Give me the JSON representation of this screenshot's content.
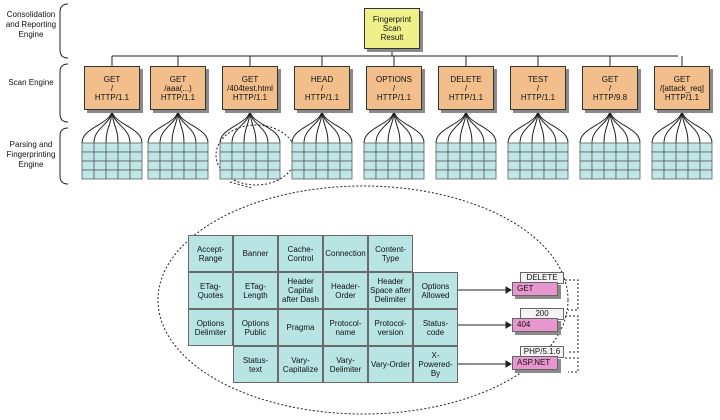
{
  "layers": {
    "consolidation": "Consolidation\nand Reporting\nEngine",
    "scan": "Scan\nEngine",
    "parsing": "Parsing and\nFingerprinting\nEngine"
  },
  "result_box": "Fingerprint\nScan\nResult",
  "scan_boxes": [
    "GET\n/\nHTTP/1.1",
    "GET\n/aaa(...)\nHTTP/1.1",
    "GET\n/404test.html\nHTTP/1.1",
    "HEAD\n/\nHTTP/1.1",
    "OPTIONS\n/\nHTTP/1.1",
    "DELETE\n/\nHTTP/1.1",
    "TEST\n/\nHTTP/1.1",
    "GET\n/\nHTTP/9.8",
    "GET\n/[attack_req]\nHTTP/1.1"
  ],
  "grid": [
    [
      "Accept-\nRange",
      "Banner",
      "Cache-\nControl",
      "Connection",
      "Content-\nType",
      ""
    ],
    [
      "ETag-\nQuotes",
      "ETag-\nLength",
      "Header\nCapital\nafter Dash",
      "Header-\nOrder",
      "Header\nSpace after\nDelimiter",
      "Options\nAllowed"
    ],
    [
      "Options\nDelimiter",
      "Options\nPublic",
      "Pragma",
      "Protocol-\nname",
      "Protocol-\nversion",
      "Status-\ncode"
    ],
    [
      "",
      "Status-\ntext",
      "Vary-\nCapitalize",
      "Vary-\nDelimiter",
      "Vary-Order",
      "X-\nPowered-\nBy"
    ]
  ],
  "outputs": [
    {
      "back": "DELETE",
      "front": "GET"
    },
    {
      "back": "200",
      "front": "404"
    },
    {
      "back": "PHP/5.1.6",
      "front": "ASP.NET"
    }
  ]
}
